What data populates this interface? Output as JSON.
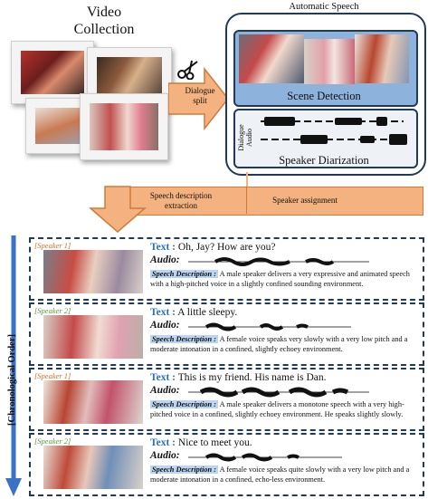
{
  "video_collection": {
    "title": "Video\nCollection"
  },
  "split": {
    "label": "Dialogue\nsplit"
  },
  "asr": {
    "title": "Automatic Speech\nRecognition",
    "scene_detection": "Scene Detection",
    "audio_axis": "Dialogue\nAudio",
    "speaker_diarization": "Speaker Diarization"
  },
  "middle": {
    "description_extraction": "Speech description\nextraction",
    "speaker_assignment": "Speaker assignment"
  },
  "timeline": {
    "label": "[Chronological Order]"
  },
  "colors": {
    "speaker1": "#d0702a",
    "speaker2": "#5a9a3a",
    "accent": "#2b6fc2",
    "frame": "#1f3a5a"
  },
  "entries": [
    {
      "speaker": "[Speaker 1]",
      "text_label": "Text :",
      "text": "Oh, Jay? How are you?",
      "audio_label": "Audio:",
      "desc_label": "Speech Description :",
      "description": "A male speaker delivers a very expressive and animated speech with a high-pitched voice in a slightly confined sounding environment."
    },
    {
      "speaker": "[Speaker 2]",
      "text_label": "Text :",
      "text": "A little sleepy.",
      "audio_label": "Audio:",
      "desc_label": "Speech Description :",
      "description": "A female voice speaks very slowly with a very low pitch and a moderate intonation in a confined, slightly echoey environment."
    },
    {
      "speaker": "[Speaker 1]",
      "text_label": "Text :",
      "text": "This is my friend.  His name is Dan.",
      "audio_label": "Audio:",
      "desc_label": "Speech Description :",
      "description": "A male speaker delivers a monotone speech with a very high-pitched voice in a confined, slightly echoey environment. He speaks slightly slowly."
    },
    {
      "speaker": "[Speaker 2]",
      "text_label": "Text :",
      "text": "Nice to meet you.",
      "audio_label": "Audio:",
      "desc_label": "Speech Description :",
      "description": "A female voice speaks quite slowly with a very low pitch and a moderate intonation in a confined, echo-less environment."
    }
  ]
}
